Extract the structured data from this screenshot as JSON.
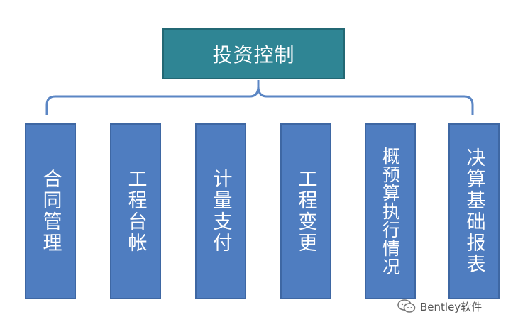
{
  "root": {
    "label": "投资控制"
  },
  "children": [
    {
      "label": "合同管理"
    },
    {
      "label": "工程台帐"
    },
    {
      "label": "计量支付"
    },
    {
      "label": "工程变更"
    },
    {
      "label": "概预算执行情况"
    },
    {
      "label": "决算基础报表"
    }
  ],
  "watermark": {
    "text": "Bentley软件",
    "icon": "wechat-icon"
  },
  "colors": {
    "root_fill": "#2f8594",
    "child_fill": "#4f7dc0",
    "brace": "#5b86c4"
  }
}
